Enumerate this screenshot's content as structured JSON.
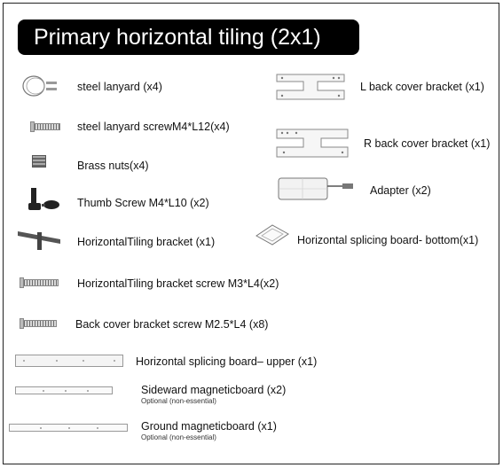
{
  "title": "Primary horizontal tiling (2x1)",
  "left_items": [
    {
      "label": "steel lanyard (x4)",
      "icon": "steel-lanyard-icon"
    },
    {
      "label": "steel lanyard screwM4*L12(x4)",
      "icon": "lanyard-screw-icon"
    },
    {
      "label": "Brass nuts(x4)",
      "icon": "brass-nut-icon"
    },
    {
      "label": "Thumb Screw M4*L10 (x2)",
      "icon": "thumb-screw-icon"
    },
    {
      "label": "HorizontalTiling bracket (x1)",
      "icon": "tiling-bracket-icon"
    },
    {
      "label": "HorizontalTiling bracket screw M3*L4(x2)",
      "icon": "bracket-screw-icon"
    },
    {
      "label": "Back cover bracket screw M2.5*L4 (x8)",
      "icon": "cover-screw-icon"
    },
    {
      "label": "Horizontal splicing board– upper (x1)",
      "icon": "upper-board-icon"
    },
    {
      "label": "Sideward magneticboard (x2)",
      "note": "Optional (non-essential)",
      "icon": "sideward-board-icon"
    },
    {
      "label": "Ground magneticboard (x1)",
      "note": "Optional (non-essential)",
      "icon": "ground-board-icon"
    }
  ],
  "right_items": [
    {
      "label": "L back cover bracket (x1)",
      "icon": "l-bracket-icon"
    },
    {
      "label": "R back cover bracket (x1)",
      "icon": "r-bracket-icon"
    },
    {
      "label": "Adapter (x2)",
      "icon": "adapter-icon"
    },
    {
      "label": "Horizontal splicing board- bottom(x1)",
      "icon": "bottom-board-icon"
    }
  ]
}
